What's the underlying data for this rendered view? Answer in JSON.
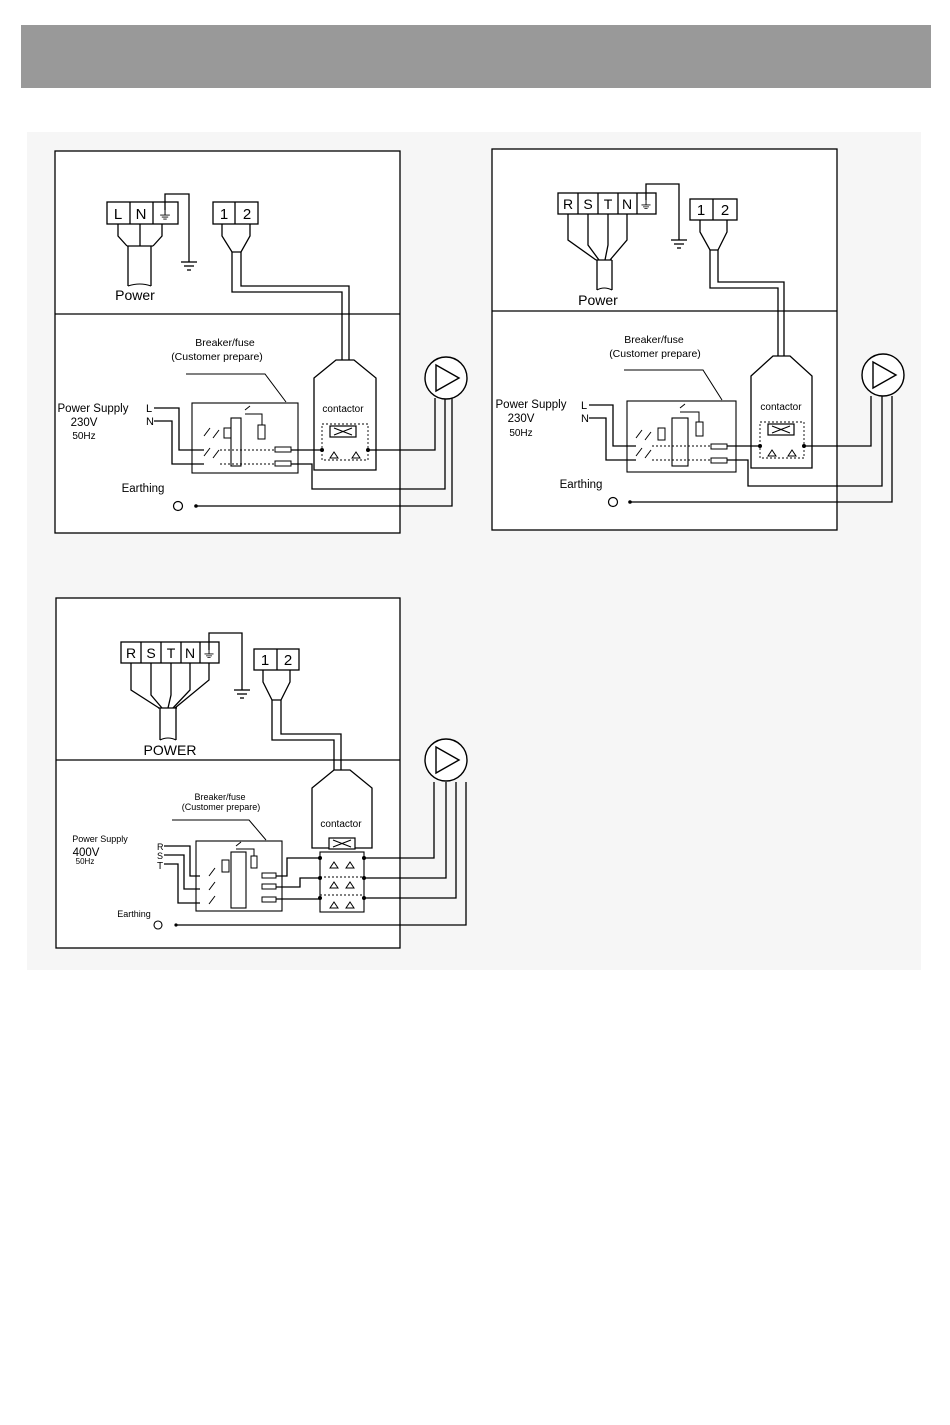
{
  "colors": {
    "header_bar": "#999999",
    "diagram_bg": "#f6f6f6",
    "line": "#000000"
  },
  "diagrams": {
    "single_phase": {
      "terminals": [
        "L",
        "N",
        "⏚"
      ],
      "control_terminals": [
        "1",
        "2"
      ],
      "power_label": "Power",
      "breaker_label": "Breaker/fuse",
      "breaker_sub": "(Customer prepare)",
      "supply_label": "Power Supply",
      "voltage": "230V",
      "frequency": "50Hz",
      "line_l": "L",
      "line_n": "N",
      "contactor_label": "contactor",
      "earthing_label": "Earthing"
    },
    "three_phase_230": {
      "terminals": [
        "R",
        "S",
        "T",
        "N",
        "⏚"
      ],
      "control_terminals": [
        "1",
        "2"
      ],
      "power_label": "Power",
      "breaker_label": "Breaker/fuse",
      "breaker_sub": "(Customer prepare)",
      "supply_label": "Power Supply",
      "voltage": "230V",
      "frequency": "50Hz",
      "line_l": "L",
      "line_n": "N",
      "contactor_label": "contactor",
      "earthing_label": "Earthing"
    },
    "three_phase_400": {
      "terminals": [
        "R",
        "S",
        "T",
        "N",
        "⏚"
      ],
      "control_terminals": [
        "1",
        "2"
      ],
      "power_label": "POWER",
      "breaker_label": "Breaker/fuse",
      "breaker_sub": "(Customer prepare)",
      "supply_label": "Power Supply",
      "voltage": "400V",
      "frequency": "50Hz",
      "line_r": "R",
      "line_s": "S",
      "line_t": "T",
      "contactor_label": "contactor",
      "earthing_label": "Earthing"
    }
  }
}
